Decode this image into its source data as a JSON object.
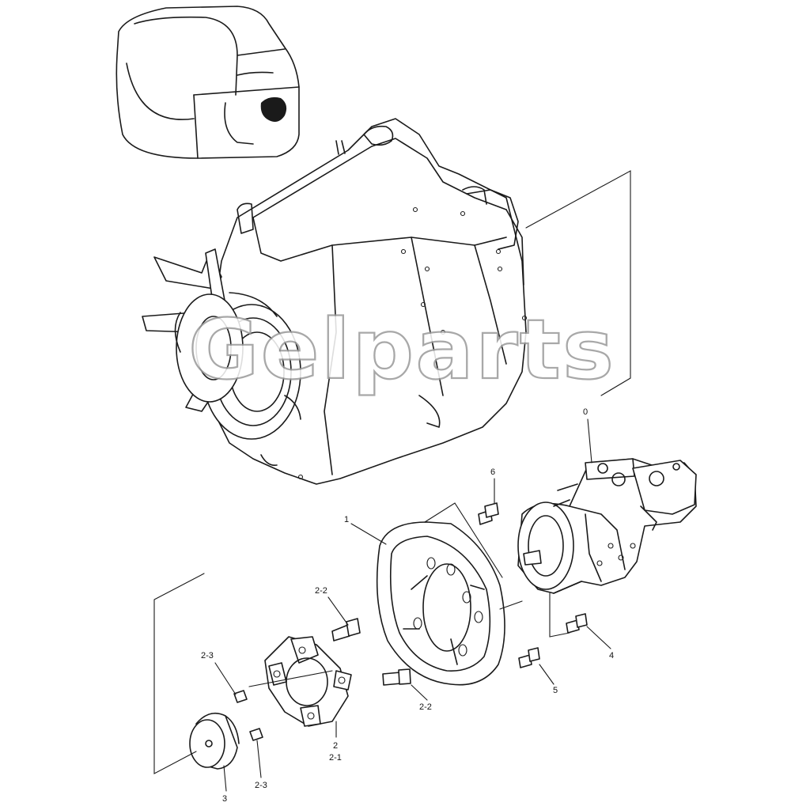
{
  "watermark": "Gelparts",
  "callouts": [
    {
      "id": "pump",
      "text": "0"
    },
    {
      "id": "flywheel-housing",
      "text": "1"
    },
    {
      "id": "coupling",
      "text": "2"
    },
    {
      "id": "coupling-sub-1",
      "text": "2-1"
    },
    {
      "id": "bolt-2-2-top",
      "text": "2-2"
    },
    {
      "id": "bolt-2-2-right",
      "text": "2-2"
    },
    {
      "id": "set-screw-2-3-left",
      "text": "2-3"
    },
    {
      "id": "set-screw-2-3-bottom",
      "text": "2-3"
    },
    {
      "id": "hub",
      "text": "3"
    },
    {
      "id": "bolt-4",
      "text": "4"
    },
    {
      "id": "bolt-5",
      "text": "5"
    },
    {
      "id": "bolt-6",
      "text": "6"
    }
  ]
}
